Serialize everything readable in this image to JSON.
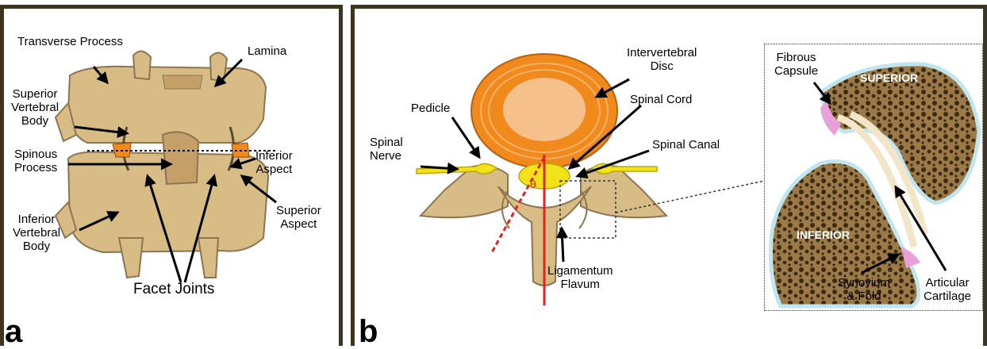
{
  "panel_a": {
    "letter": "a",
    "labels": {
      "transverse_process": "Transverse Process",
      "lamina": "Lamina",
      "superior_vertebral_body": "Superior\nVertebral\nBody",
      "spinous_process": "Spinous\nProcess",
      "inferior_aspect": "Inferior\nAspect",
      "superior_aspect": "Superior\nAspect",
      "inferior_vertebral_body": "Inferior\nVertebral\nBody",
      "facet_joints": "Facet Joints"
    }
  },
  "panel_b": {
    "letter": "b",
    "labels": {
      "intervertebral_disc": "Intervertebral\nDisc",
      "pedicle": "Pedicle",
      "spinal_cord": "Spinal Cord",
      "spinal_nerve": "Spinal\nNerve",
      "spinal_canal": "Spinal Canal",
      "theta": "θ",
      "ligamentum_flavum": "Ligamentum\nFlavum"
    },
    "inset": {
      "fibrous_capsule": "Fibrous\nCapsule",
      "superior": "SUPERIOR",
      "inferior": "INFERIOR",
      "synovium_fold": "Synovium\n& Fold",
      "articular_cartilage": "Articular\nCartilage"
    }
  },
  "colors": {
    "frame": "#3d3422",
    "bone": "#d8bc86",
    "bone_dark": "#8c7550",
    "disc_outer": "#f08a1c",
    "disc_inner": "#f6c08c",
    "nerve": "#f3e21a",
    "facet_orange": "#f08a1c",
    "red_line": "#e8221a",
    "synovium": "#e8a0d8",
    "capsule": "#bfe6ee"
  }
}
